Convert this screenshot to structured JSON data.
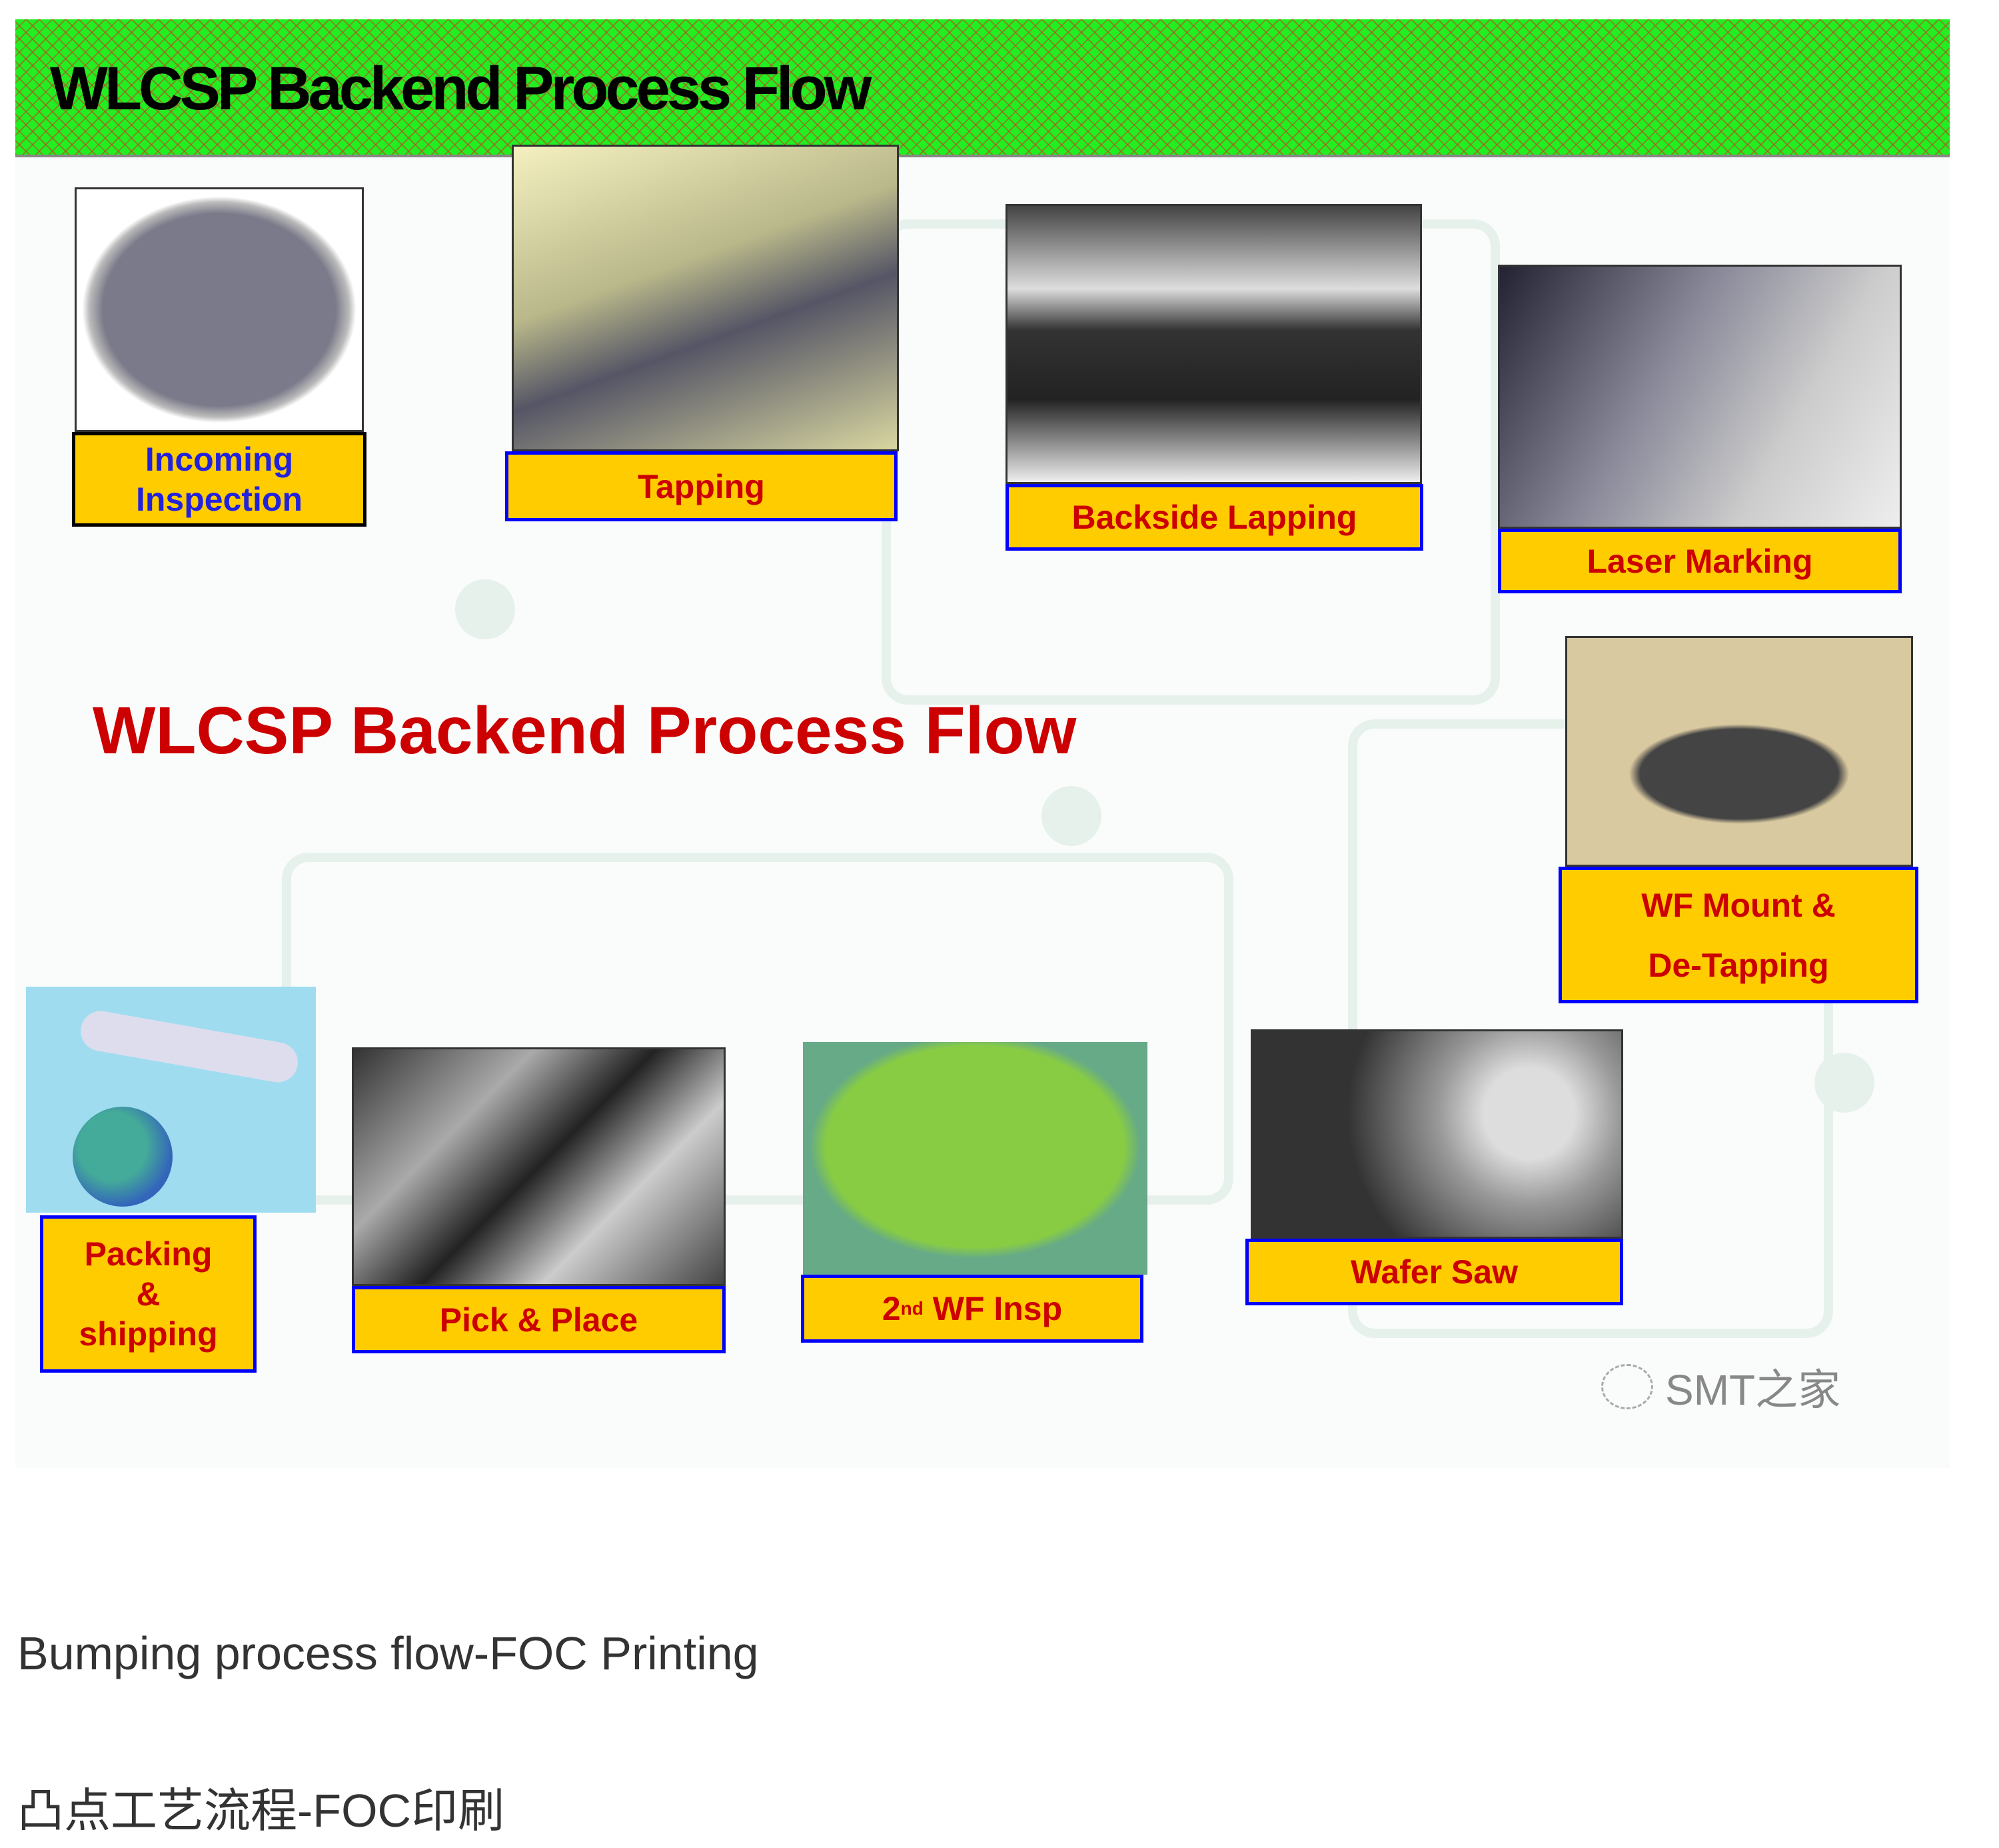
{
  "slide": {
    "header_title": "WLCSP Backend Process Flow",
    "main_title": "WLCSP Backend Process Flow",
    "steps": [
      {
        "lines": [
          "Incoming",
          "Inspection"
        ]
      },
      {
        "lines": [
          "Tapping"
        ]
      },
      {
        "lines": [
          "Backside Lapping"
        ]
      },
      {
        "lines": [
          "Laser Marking"
        ]
      },
      {
        "lines": [
          "WF Mount &",
          "De-Tapping"
        ]
      },
      {
        "lines": [
          "Wafer Saw"
        ]
      },
      {
        "prefix": "2",
        "sup": "nd",
        "lines": [
          " WF Insp"
        ]
      },
      {
        "lines": [
          "Pick & Place"
        ]
      },
      {
        "lines": [
          "Packing",
          "&",
          "shipping"
        ]
      }
    ],
    "watermark": "SMT之家"
  },
  "captions": [
    "Bumping process flow-FOC Printing",
    "凸点工艺流程-FOC印刷"
  ],
  "colors": {
    "label_bg": "#ffcc00",
    "label_text": "#cc0000",
    "label_border": "#0000ff",
    "header_bg": "#22ee22"
  }
}
